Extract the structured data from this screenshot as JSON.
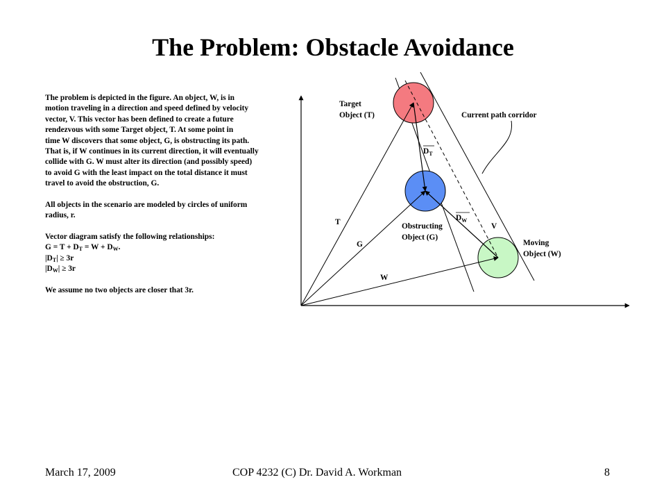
{
  "slide": {
    "title": "The Problem:  Obstacle Avoidance"
  },
  "body": {
    "p1": [
      "The problem is depicted in the figure.  An object, W, is in",
      "motion traveling in a direction and speed defined by velocity",
      "vector, V.  This vector has been defined to create a future",
      "rendezvous with some Target object, T.   At some point in",
      "time W discovers that some object, G, is obstructing its path.",
      "That is, if W continues in its current direction, it will eventually",
      "collide with G.  W must alter its direction (and possibly speed)",
      "to avoid G with the least impact on the total distance it must",
      "travel to avoid the obstruction,  G."
    ],
    "p2": [
      "All objects in the scenario are modeled by circles of uniform",
      "radius, r."
    ],
    "p3_heading": "Vector diagram satisfy the following relationships:",
    "eq1_a": "G = T + D",
    "eq1_sub1": "T",
    "eq1_b": " = W + D",
    "eq1_sub2": "W",
    "eq1_c": ".",
    "eq2_a": "|D",
    "eq2_sub": "T",
    "eq2_b": "| ≥ 3r",
    "eq3_a": "|D",
    "eq3_sub": "W",
    "eq3_b": "| ≥ 3r",
    "p4": "We assume no two objects are closer that 3r."
  },
  "diagram": {
    "target_label_1": "Target",
    "target_label_2": "Object (T)",
    "corridor_label": "Current path corridor",
    "dt_main": "D",
    "dt_sub": "T",
    "dw_main": "D",
    "dw_sub": "W",
    "t_label": "T",
    "g_label": "G",
    "w_label": "W",
    "v_label": "V",
    "obstructing_label_1": "Obstructing",
    "obstructing_label_2": "Object (G)",
    "moving_label_1": "Moving",
    "moving_label_2": "Object (W)",
    "colors": {
      "target": "#f47a80",
      "obstructing": "#5b8ef5",
      "moving": "#c8f7c5"
    }
  },
  "footer": {
    "date": "March 17, 2009",
    "course": "COP 4232  (C) Dr. David A. Workman",
    "page": "8"
  }
}
